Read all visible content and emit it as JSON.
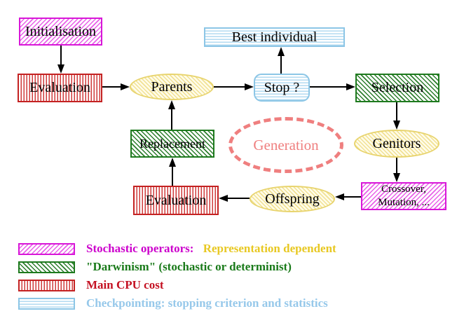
{
  "colors": {
    "magenta_border": "#d816d8",
    "magenta_hatch": "#e860e8",
    "red_border": "#c42222",
    "red_stripe": "#cf3b3b",
    "green_border": "#1e7a1e",
    "green_hatch": "#2c7d2c",
    "yellow_border": "#e8d46e",
    "yellow_hatch": "#f1e194",
    "cyan_border": "#8cc6e6",
    "cyan_stripe": "#b2daf0",
    "salmon_dashed": "#ef7f7f",
    "legend_magenta_text": "#cc00cc",
    "legend_yellow_text": "#e8c822",
    "legend_green_text": "#1a7a1a",
    "legend_red_text": "#c41122",
    "legend_cyan_text": "#96c8ea",
    "arrow": "#000000"
  },
  "nodes": {
    "initialisation": "Initialisation",
    "evaluation_top": "Evaluation",
    "parents": "Parents",
    "best_individual": "Best individual",
    "stop": "Stop ?",
    "selection": "Selection",
    "replacement": "Replacement",
    "generation": "Generation",
    "genitors": "Genitors",
    "offspring": "Offspring",
    "evaluation_bottom": "Evaluation",
    "crossover_line1": "Crossover,",
    "crossover_line2": "Mutation, ..."
  },
  "legend": {
    "items": [
      {
        "text": "Stochastic operators:",
        "text2": "Representation dependent"
      },
      {
        "text": "\"Darwinism\" (stochastic or determinist)"
      },
      {
        "text": "Main CPU cost"
      },
      {
        "text": "Checkpointing: stopping criterion and statistics"
      }
    ]
  }
}
